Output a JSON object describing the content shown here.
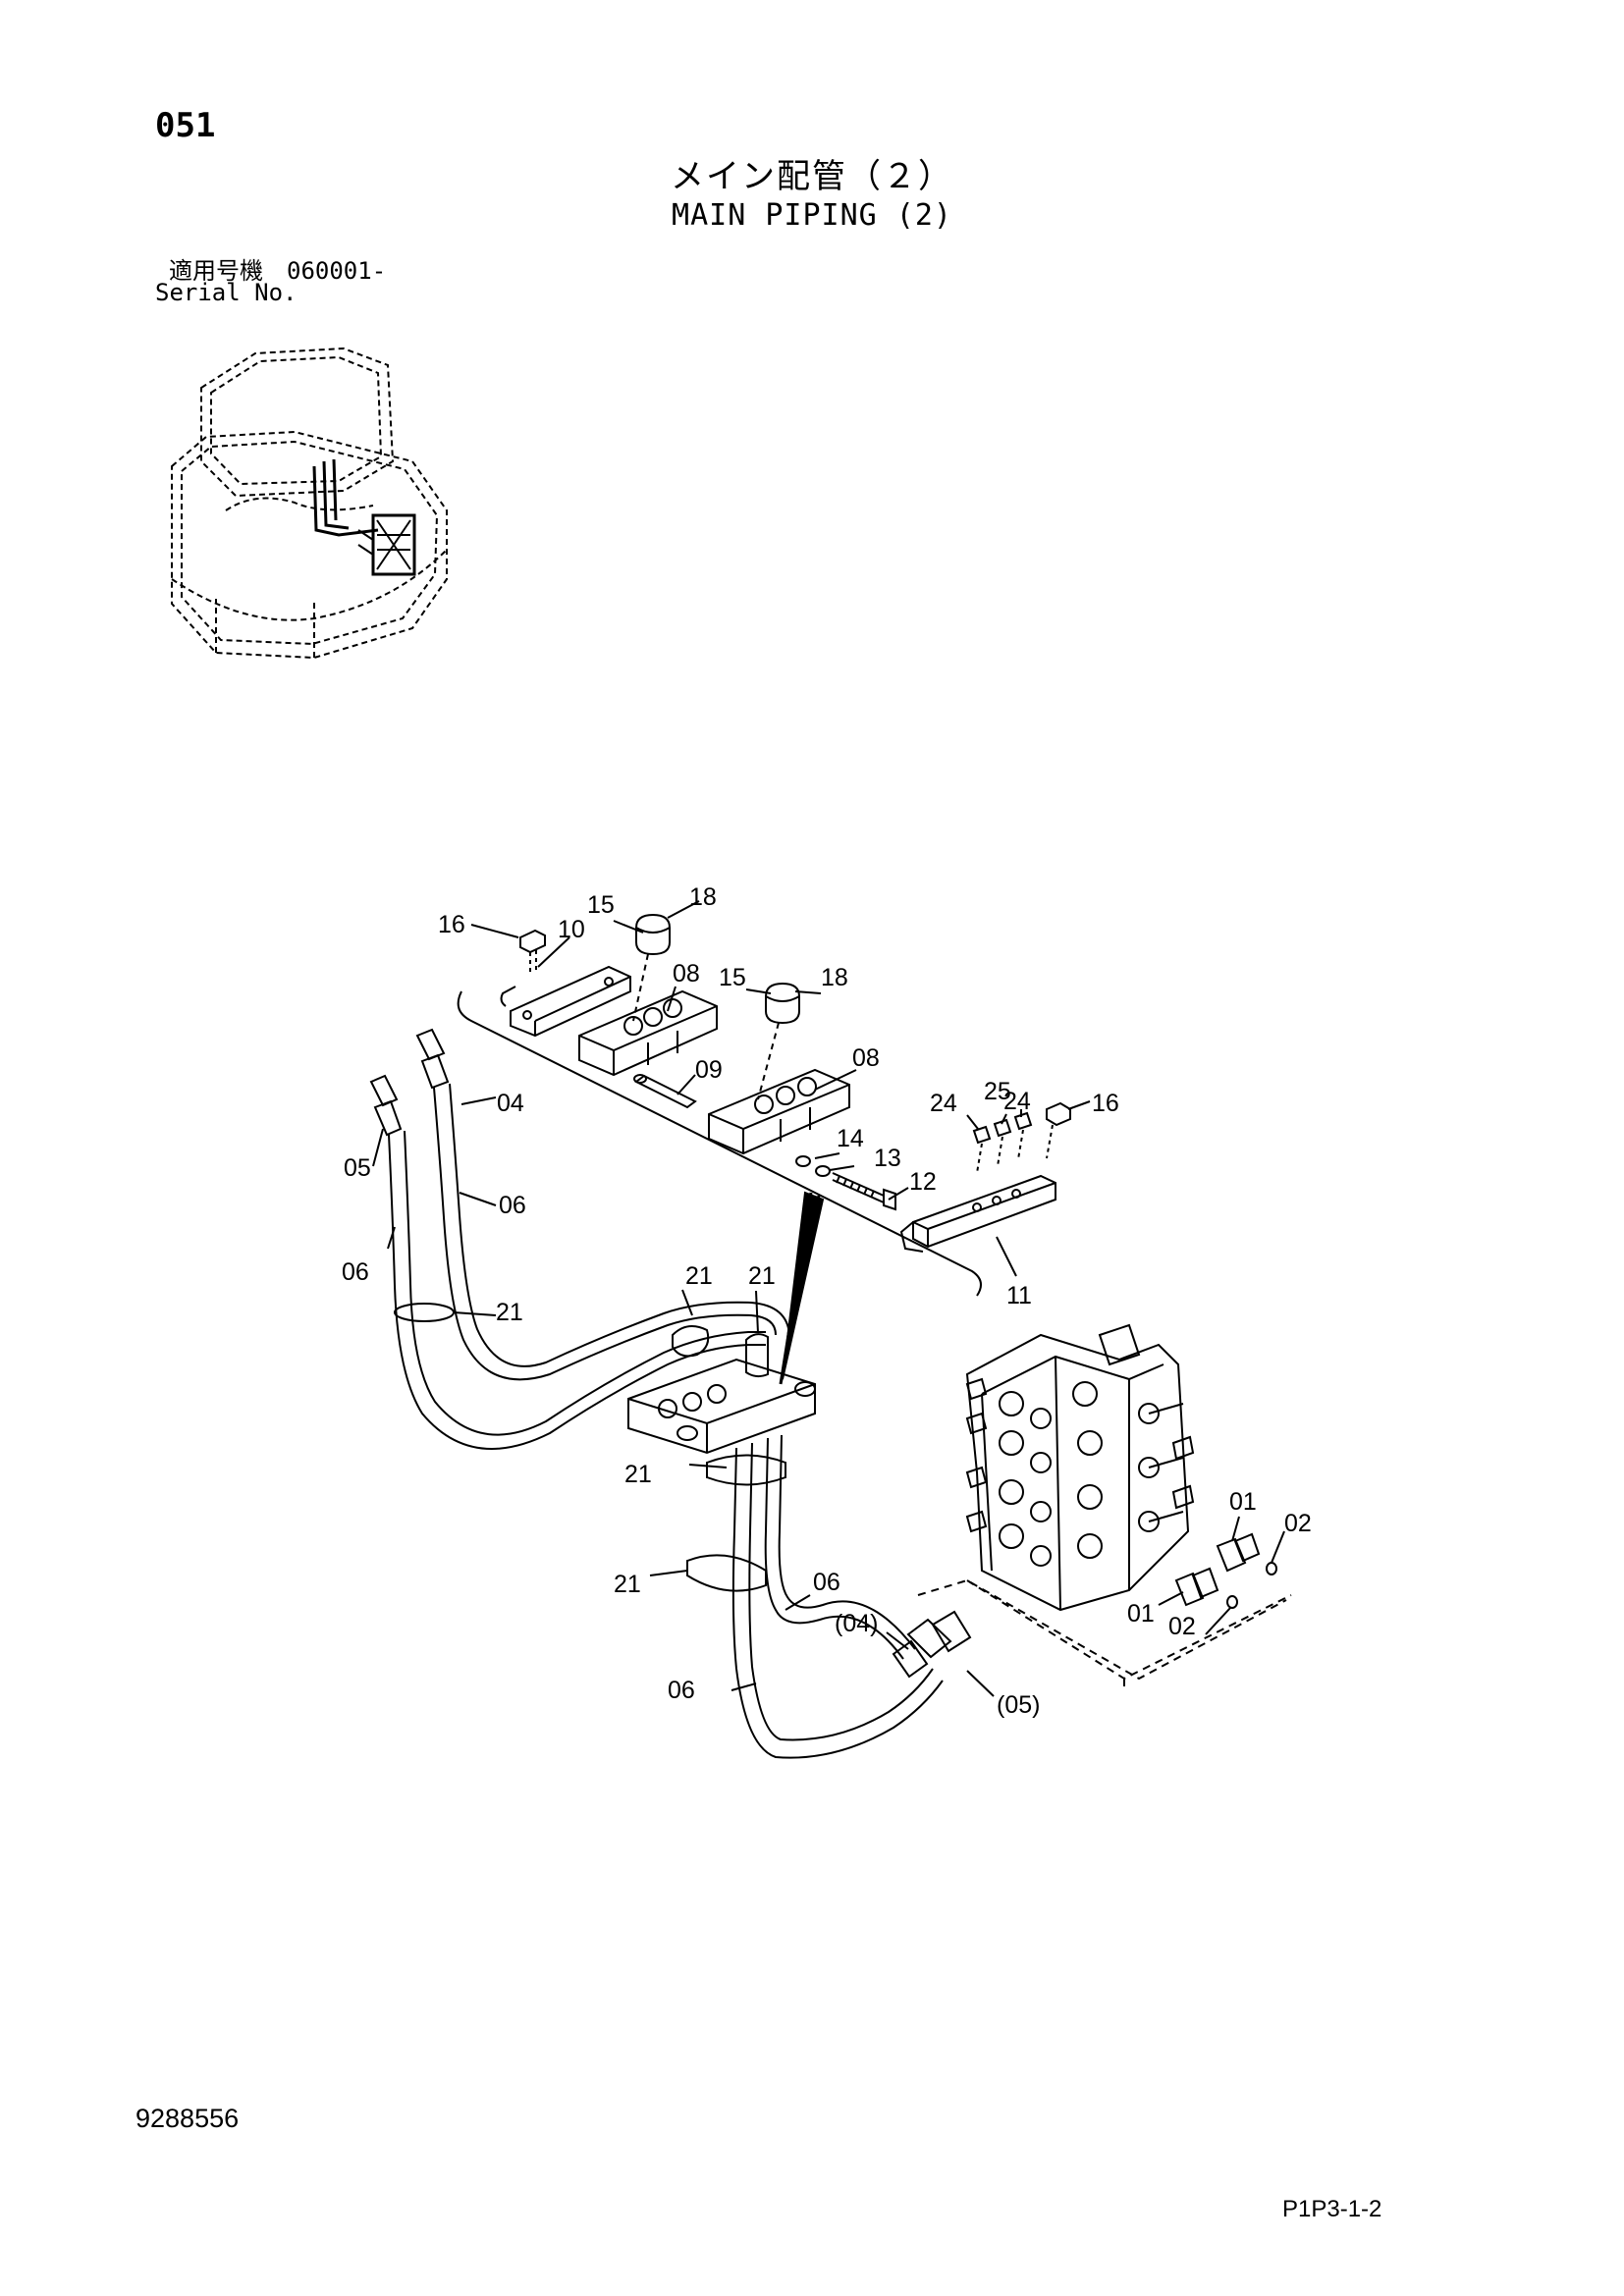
{
  "header": {
    "page_number": "051",
    "title_jp": "メイン配管（２）",
    "title_en": "MAIN PIPING (2)",
    "serial_jp": "適用号機　060001-",
    "serial_en": "Serial No."
  },
  "callouts": {
    "c16a": "16",
    "c10": "10",
    "c15a": "15",
    "c18a": "18",
    "c08a": "08",
    "c15b": "15",
    "c18b": "18",
    "c09": "09",
    "c08b": "08",
    "c04": "04",
    "c05": "05",
    "c06a": "06",
    "c06b": "06",
    "c14": "14",
    "c13": "13",
    "c12": "12",
    "c24a": "24",
    "c25": "25",
    "c24b": "24",
    "c16b": "16",
    "c11": "11",
    "c21a": "21",
    "c21b": "21",
    "c21c": "21",
    "c21d": "21",
    "c21e": "21",
    "c01a": "01",
    "c02a": "02",
    "c01b": "01",
    "c02b": "02",
    "c06c": "06",
    "c04p": "(04)",
    "c06d": "06",
    "c05p": "(05)"
  },
  "footer": {
    "doc_number": "9288556",
    "page_code": "P1P3-1-2"
  }
}
